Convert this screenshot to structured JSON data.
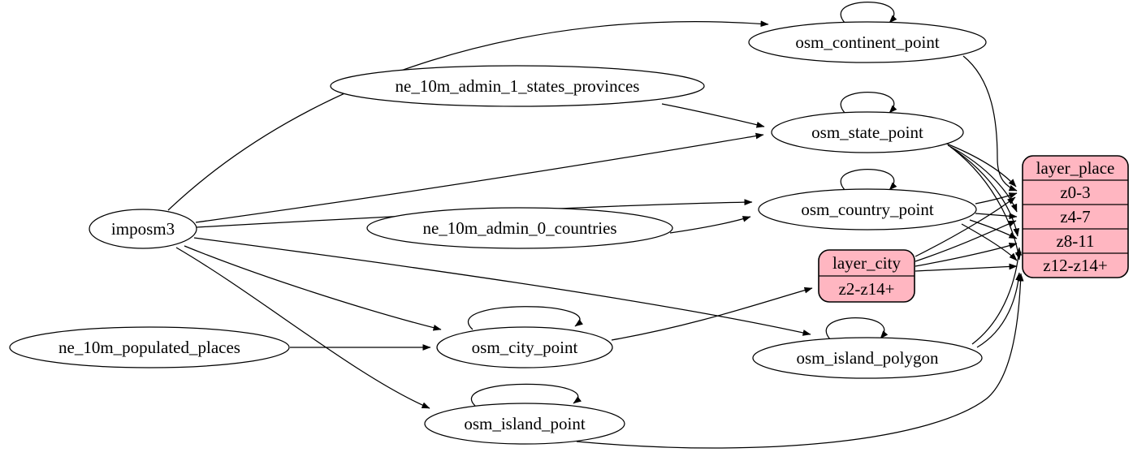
{
  "diagram": {
    "type": "etl-graph",
    "colors": {
      "background": "#ffffff",
      "node_fill": "#ffffff",
      "record_fill": "#ffb6c1",
      "stroke": "#000000"
    },
    "nodes": {
      "imposm3": {
        "label": "imposm3",
        "shape": "ellipse"
      },
      "ne_10m_admin_1_states_provinces": {
        "label": "ne_10m_admin_1_states_provinces",
        "shape": "ellipse"
      },
      "ne_10m_admin_0_countries": {
        "label": "ne_10m_admin_0_countries",
        "shape": "ellipse"
      },
      "ne_10m_populated_places": {
        "label": "ne_10m_populated_places",
        "shape": "ellipse"
      },
      "osm_continent_point": {
        "label": "osm_continent_point",
        "shape": "ellipse"
      },
      "osm_state_point": {
        "label": "osm_state_point",
        "shape": "ellipse"
      },
      "osm_country_point": {
        "label": "osm_country_point",
        "shape": "ellipse"
      },
      "osm_city_point": {
        "label": "osm_city_point",
        "shape": "ellipse"
      },
      "osm_island_polygon": {
        "label": "osm_island_polygon",
        "shape": "ellipse"
      },
      "osm_island_point": {
        "label": "osm_island_point",
        "shape": "ellipse"
      },
      "layer_city": {
        "title": "layer_city",
        "rows": [
          "z2-z14+"
        ],
        "shape": "record"
      },
      "layer_place": {
        "title": "layer_place",
        "rows": [
          "z0-3",
          "z4-7",
          "z8-11",
          "z12-z14+"
        ],
        "shape": "record"
      }
    },
    "edges": [
      {
        "from": "imposm3",
        "to": "osm_continent_point"
      },
      {
        "from": "imposm3",
        "to": "osm_state_point"
      },
      {
        "from": "imposm3",
        "to": "osm_country_point"
      },
      {
        "from": "imposm3",
        "to": "osm_city_point"
      },
      {
        "from": "imposm3",
        "to": "osm_island_polygon"
      },
      {
        "from": "imposm3",
        "to": "osm_island_point"
      },
      {
        "from": "ne_10m_admin_1_states_provinces",
        "to": "osm_state_point"
      },
      {
        "from": "ne_10m_admin_0_countries",
        "to": "osm_country_point"
      },
      {
        "from": "ne_10m_populated_places",
        "to": "osm_city_point"
      },
      {
        "from": "osm_continent_point",
        "to": "osm_continent_point"
      },
      {
        "from": "osm_state_point",
        "to": "osm_state_point"
      },
      {
        "from": "osm_country_point",
        "to": "osm_country_point"
      },
      {
        "from": "osm_city_point",
        "to": "osm_city_point"
      },
      {
        "from": "osm_island_polygon",
        "to": "osm_island_polygon"
      },
      {
        "from": "osm_island_point",
        "to": "osm_island_point"
      },
      {
        "from": "osm_city_point",
        "to": "layer_city:z2-z14+"
      },
      {
        "from": "osm_continent_point",
        "to": "layer_place:z0-3"
      },
      {
        "from": "osm_state_point",
        "to": "layer_place:z0-3"
      },
      {
        "from": "osm_state_point",
        "to": "layer_place:z4-7"
      },
      {
        "from": "osm_state_point",
        "to": "layer_place:z8-11"
      },
      {
        "from": "osm_state_point",
        "to": "layer_place:z12-z14+"
      },
      {
        "from": "osm_country_point",
        "to": "layer_place:z0-3"
      },
      {
        "from": "osm_country_point",
        "to": "layer_place:z4-7"
      },
      {
        "from": "osm_country_point",
        "to": "layer_place:z8-11"
      },
      {
        "from": "osm_country_point",
        "to": "layer_place:z12-z14+"
      },
      {
        "from": "layer_city",
        "to": "layer_place:z0-3"
      },
      {
        "from": "layer_city",
        "to": "layer_place:z4-7"
      },
      {
        "from": "layer_city",
        "to": "layer_place:z8-11"
      },
      {
        "from": "layer_city",
        "to": "layer_place:z12-z14+"
      },
      {
        "from": "osm_island_polygon",
        "to": "layer_place:z8-11"
      },
      {
        "from": "osm_island_polygon",
        "to": "layer_place:z12-z14+"
      },
      {
        "from": "osm_island_point",
        "to": "layer_place:z12-z14+"
      }
    ]
  }
}
